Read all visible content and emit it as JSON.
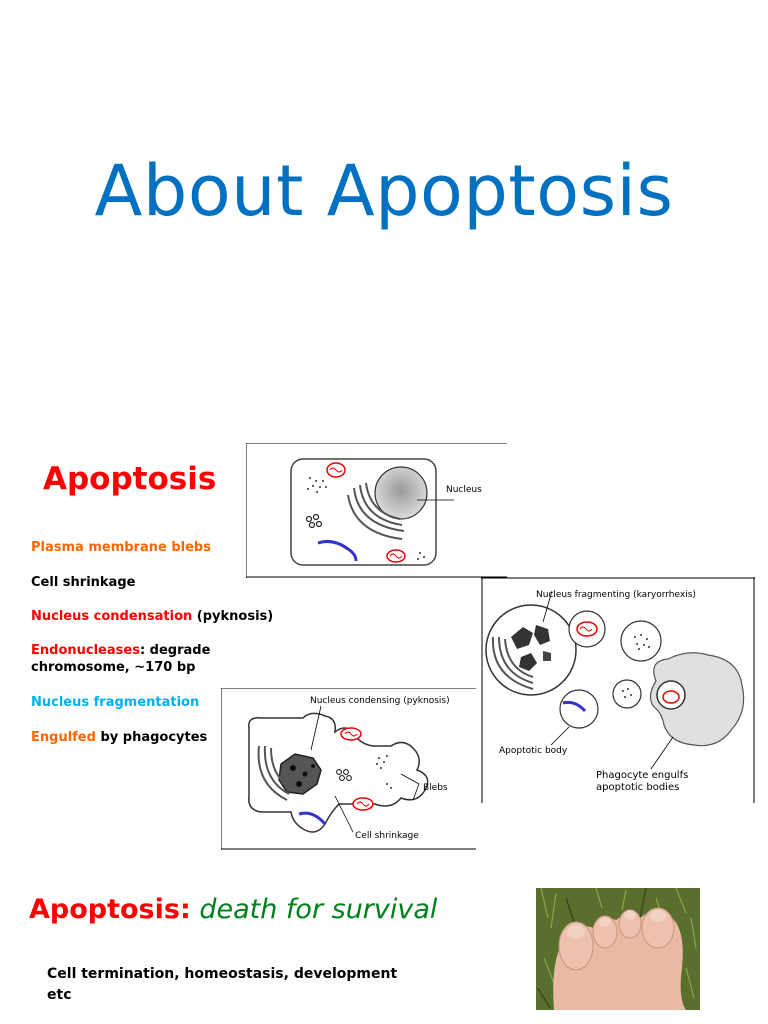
{
  "title": "About Apoptosis",
  "section1": {
    "heading": "Apoptosis",
    "items": [
      {
        "parts": [
          {
            "text": "Plasma membrane blebs",
            "color": "#ff6600"
          }
        ]
      },
      {
        "parts": [
          {
            "text": "Cell shrinkage",
            "color": "#000000"
          }
        ]
      },
      {
        "parts": [
          {
            "text": "Nucleus condensation",
            "color": "#ff0000"
          },
          {
            "text": " (pyknosis)",
            "color": "#000000"
          }
        ]
      },
      {
        "parts": [
          {
            "text": "Endonucleases",
            "color": "#ff0000"
          },
          {
            "text": ": degrade chromosome, ~170 bp",
            "color": "#000000"
          }
        ]
      },
      {
        "parts": [
          {
            "text": "Nucleus fragmentation",
            "color": "#00b0f0"
          }
        ]
      },
      {
        "parts": [
          {
            "text": "Engulfed",
            "color": "#ff6600"
          },
          {
            "text": " by phagocytes",
            "color": "#000000"
          }
        ]
      }
    ]
  },
  "figure1": {
    "labels": {
      "nucleus": "Nucleus"
    }
  },
  "figure2": {
    "labels": {
      "condensing": "Nucleus condensing (pyknosis)",
      "blebs": "Blebs",
      "shrinkage": "Cell shrinkage"
    }
  },
  "figure3": {
    "labels": {
      "fragmenting": "Nucleus fragmenting (karyorrhexis)",
      "apoptotic_body": "Apoptotic body",
      "phagocyte_line1": "Phagocyte engulfs",
      "phagocyte_line2": "apoptotic bodies"
    }
  },
  "section2": {
    "heading_red": "Apoptosis:",
    "heading_green": "death for survival",
    "text": "Cell termination, homeostasis, development etc"
  },
  "colors": {
    "title": "#0070c0",
    "heading": "#ff0000",
    "orange": "#ff6600",
    "cyan": "#00b0f0",
    "green": "#00801a"
  }
}
